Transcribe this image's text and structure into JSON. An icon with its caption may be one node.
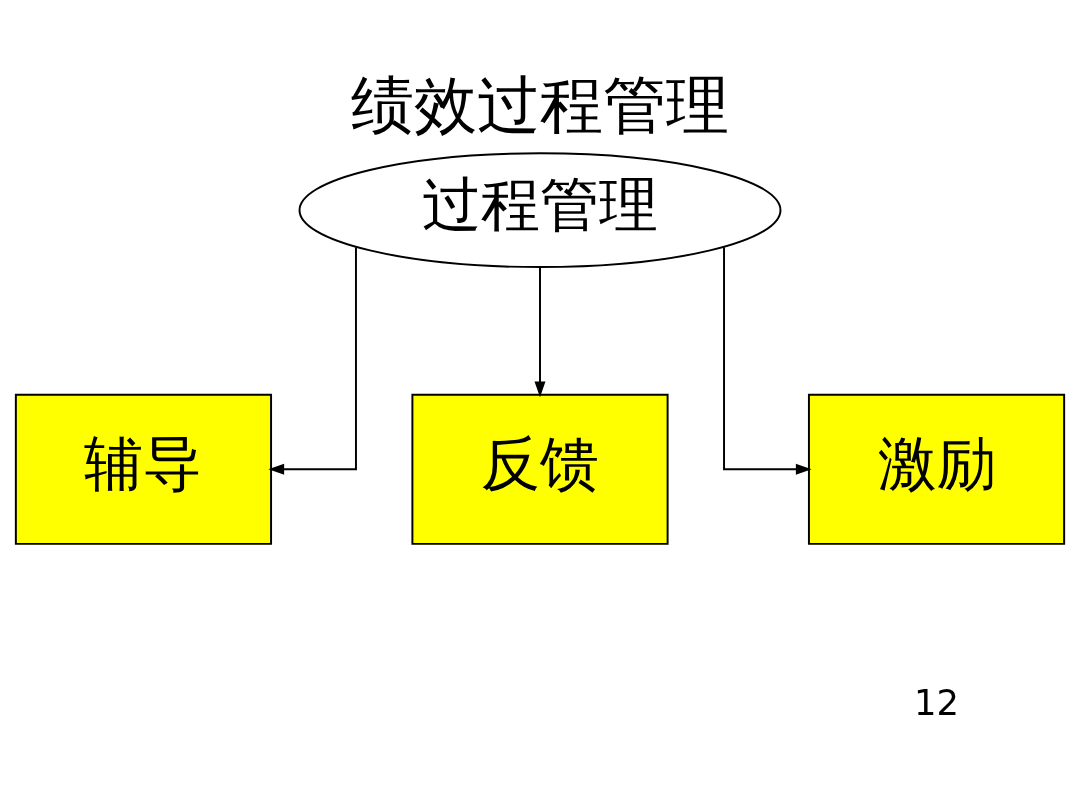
{
  "diagram": {
    "title": "绩效过程管理",
    "nodes": [
      {
        "text": [
          "过程管理"
        ]
      },
      {
        "text": [
          "辅导"
        ]
      },
      {
        "text": [
          "反馈"
        ]
      },
      {
        "text": [
          "激励"
        ]
      }
    ],
    "edges": [
      {
        "from": 0,
        "to": 1,
        "arrow": "to"
      },
      {
        "from": 0,
        "to": 2,
        "arrow": "to"
      },
      {
        "from": 0,
        "to": 3,
        "arrow": "to"
      }
    ],
    "labels": [
      "12"
    ]
  }
}
